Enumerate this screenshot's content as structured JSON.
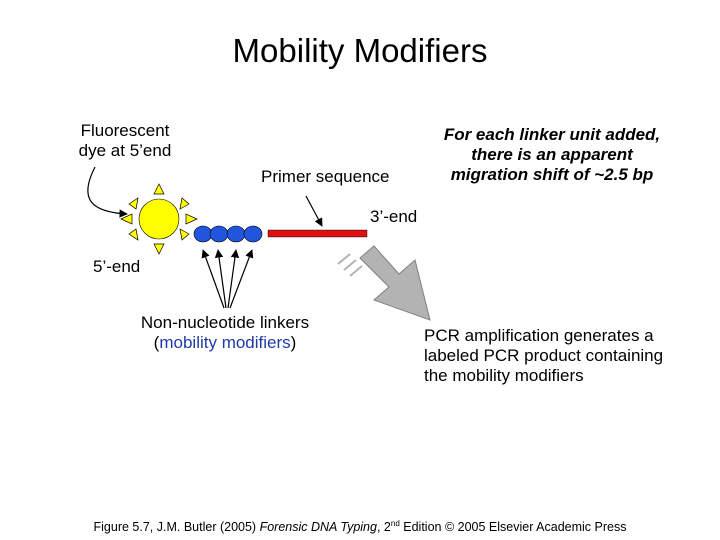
{
  "title": "Mobility Modifiers",
  "labels": {
    "dye": [
      "Fluorescent",
      "dye at 5’end"
    ],
    "primer": "Primer sequence",
    "shift_note": [
      "For each linker unit added,",
      "there is an apparent",
      "migration shift of ~2.5 bp"
    ],
    "three_end": "3’-end",
    "five_end": "5’-end",
    "linkers_line1": "Non-nucleotide linkers",
    "linkers_open": "(",
    "linkers_mm": "mobility modifiers",
    "linkers_close": ")",
    "pcr": [
      "PCR amplification generates a",
      "labeled PCR product containing",
      "the mobility modifiers"
    ]
  },
  "caption": {
    "pre": "Figure 5.7, J.M. Butler (2005) ",
    "italic": "Forensic DNA Typing",
    "mid": ", 2",
    "sup": "nd",
    "post": " Edition © 2005 Elsevier Academic Press"
  },
  "colors": {
    "sun": "#ffff00",
    "linker": "#2255dd",
    "primer": "#dd1111",
    "arrow": "#b3b3b3",
    "mobility_text": "#1f3aa8"
  },
  "icons": {
    "dye": "sun-icon",
    "linker": "circle-icon",
    "primer": "bar-icon",
    "process": "block-arrow-icon"
  }
}
